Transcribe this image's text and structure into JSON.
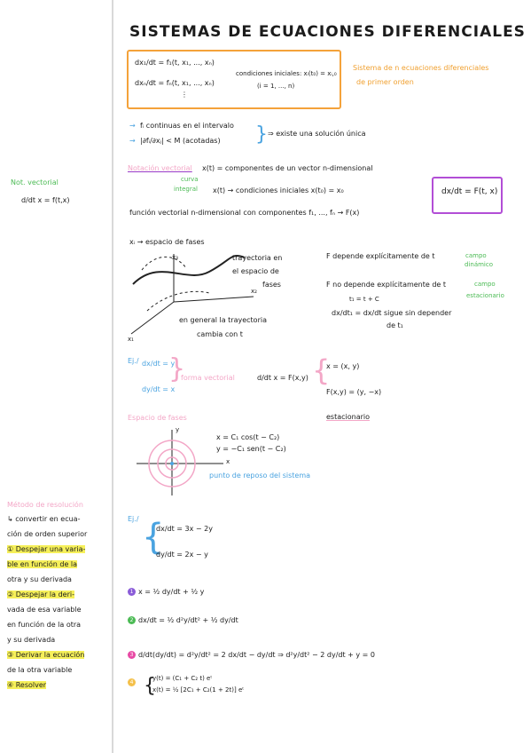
{
  "title": "SISTEMAS DE ECUACIONES DIFERENCIALES",
  "system_box": {
    "eq1": "dx₁/dt = f₁(t, x₁, ..., xₙ)",
    "eq2": "dxₙ/dt = fₙ(t, x₁, ..., xₙ)",
    "dots": "⋮",
    "conditions": "condiciones iniciales: xᵢ(t₀) = xᵢ,₀",
    "index": "(i = 1, ..., n)",
    "arrow_label_1": "Sistema de n ecuaciones diferenciales",
    "arrow_label_2": "de primer orden"
  },
  "uniqueness": {
    "line1": "fᵢ continuas en el intervalo",
    "line2": "|∂fᵢ/∂xⱼ| < M  (acotadas)",
    "result": "⇒ existe una solución única"
  },
  "vector_notation": {
    "heading": "Notación vectorial",
    "line1": "x(t) = componentes de un vector n-dimensional",
    "curva": "curva",
    "integral": "integral",
    "line2": "x(t) → condiciones iniciales  x(t₀) = x₀",
    "line3": "función vectorial n-dimensional con componentes f₁, ..., fₙ → F(x)",
    "boxed": "dx/dt = F(t, x)"
  },
  "sidebar_top": {
    "heading": "Not. vectorial",
    "formula": "d/dt x = f(t,x)"
  },
  "phase_space": {
    "heading": "xᵢ → espacio de fases",
    "trajectory": "trayectoria en",
    "trajectory2": "el espacio de",
    "trajectory3": "fases",
    "general": "en general la trayectoria",
    "general2": "cambia con t",
    "axis_x1": "x₁",
    "axis_x2": "x₂",
    "axis_x3": "x₃",
    "dep1": "F depende explícitamente de t",
    "dep1_label": "campo",
    "dep1_label2": "dinámico",
    "dep2": "F no depende explícitamente de t",
    "dep2_label": "campo",
    "dep2_label2": "estacionario",
    "shift": "t₁ = t + C",
    "same": "dx/dt₁ = dx/dt   sigue sin depender",
    "same2": "de t₁"
  },
  "example1": {
    "label": "Ej./",
    "eq1": "dx/dt = y",
    "eq2": "dy/dt = x",
    "vector_form": "forma vectorial",
    "vector_eq": "d/dt x = F(x,y)",
    "x_vec": "x = (x, y)",
    "f_vec": "F(x,y) = (y, −x)",
    "stationary": "estacionario"
  },
  "phase_plot": {
    "heading": "Espacio de fases",
    "sol1": "x = C₁ cos(t − C₂)",
    "sol2": "y = −C₁ sen(t − C₂)",
    "rest": "punto de reposo del sistema",
    "axis_y": "y",
    "axis_x": "x"
  },
  "method": {
    "heading": "Método de resolución",
    "lines": [
      "↳ convertir en ecua-",
      "ción de orden superior",
      "① Despejar una varia-",
      "ble en función de la",
      "otra y su derivada",
      "② Despejar la deri-",
      "vada de esa variable",
      "en función de la otra",
      "y su derivada",
      "③ Derivar la ecuación",
      "de la otra variable",
      "④ Resolver"
    ]
  },
  "example2": {
    "label": "Ej./",
    "eq1": "dx/dt = 3x − 2y",
    "eq2": "dy/dt = 2x − y",
    "step1": "x = ½ dy/dt + ½ y",
    "step2": "dx/dt = ½ d²y/dt² + ½ dy/dt",
    "step3": "d/dt(dy/dt) = d²y/dt² = 2 dx/dt − dy/dt  ⇒  d²y/dt² − 2 dy/dt + y = 0",
    "step4a": "y(t) = (C₁ + C₂ t) eᵗ",
    "step4b": "x(t) = ½ [2C₁ + C₂(1 + 2t)] eᵗ",
    "n1": "1",
    "n2": "2",
    "n3": "3",
    "n4": "4"
  },
  "colors": {
    "orange": "#f4a23a",
    "green": "#4cbb55",
    "pink": "#f3a7c7",
    "purple": "#b24ed6",
    "blue": "#4aa3e0",
    "highlight": "#f6f05a"
  }
}
